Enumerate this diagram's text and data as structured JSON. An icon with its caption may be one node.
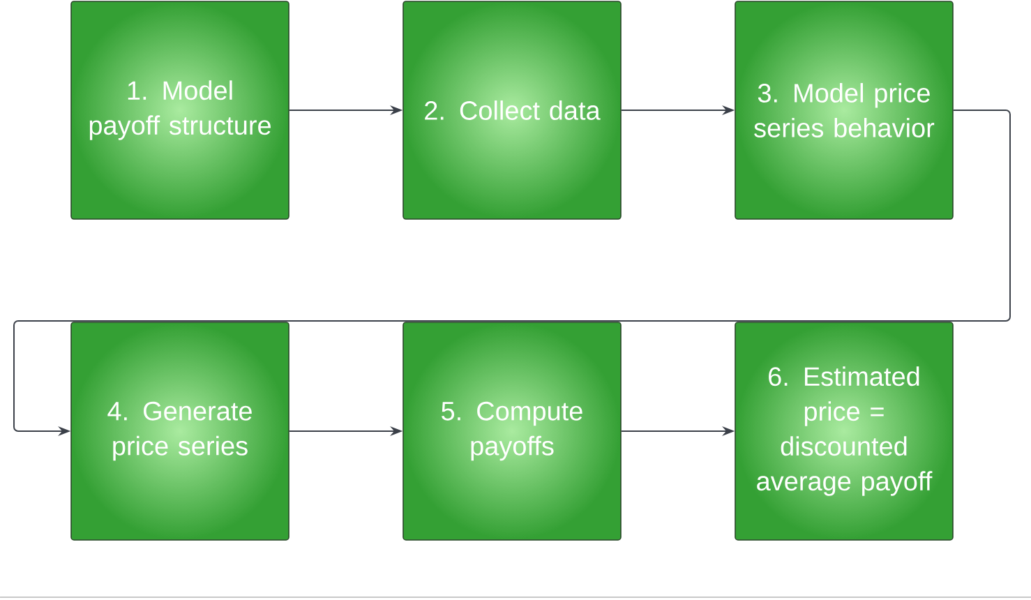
{
  "diagram": {
    "nodes": [
      {
        "text": [
          "1. Model payoff structure"
        ]
      },
      {
        "text": [
          "2. Collect data"
        ]
      },
      {
        "text": [
          "3. Model price series behavior"
        ]
      },
      {
        "text": [
          "4. Generate price series"
        ]
      },
      {
        "text": [
          "5. Compute payoffs"
        ]
      },
      {
        "text": [
          "6. Estimated price = discounted average payoff"
        ]
      }
    ],
    "edges": [
      {
        "from": 0,
        "to": 1,
        "arrow": "to"
      },
      {
        "from": 1,
        "to": 2,
        "arrow": "to"
      },
      {
        "from": 2,
        "to": 3,
        "arrow": "to"
      },
      {
        "from": 3,
        "to": 4,
        "arrow": "to"
      },
      {
        "from": 4,
        "to": 5,
        "arrow": "to"
      }
    ]
  }
}
